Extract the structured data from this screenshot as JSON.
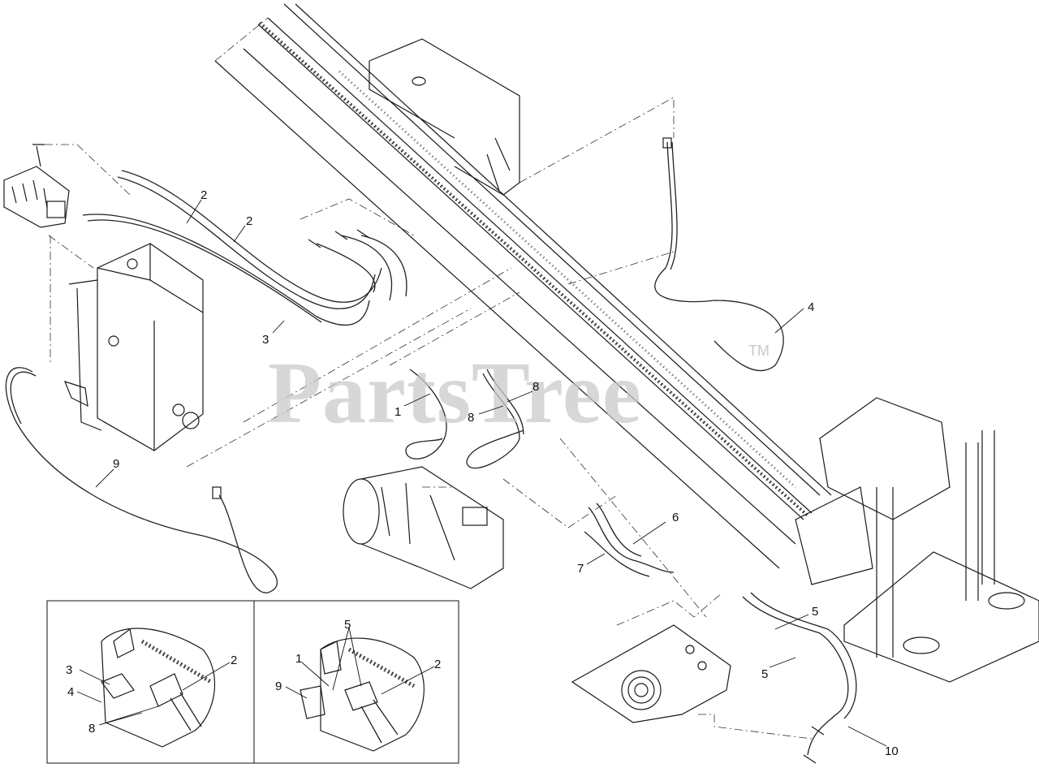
{
  "watermark": {
    "text": "PartsTree",
    "trademark": "TM"
  },
  "callouts": {
    "main": {
      "c1": "1",
      "c2a": "2",
      "c2b": "2",
      "c3": "3",
      "c4": "4",
      "c5a": "5",
      "c5b": "5",
      "c6": "6",
      "c7": "7",
      "c8a": "8",
      "c8b": "8",
      "c9": "9",
      "c10": "10"
    },
    "inset_left": {
      "c3": "3",
      "c4": "4",
      "c8": "8",
      "c2": "2"
    },
    "inset_right": {
      "c5": "5",
      "c1": "1",
      "c9": "9",
      "c2": "2"
    }
  }
}
